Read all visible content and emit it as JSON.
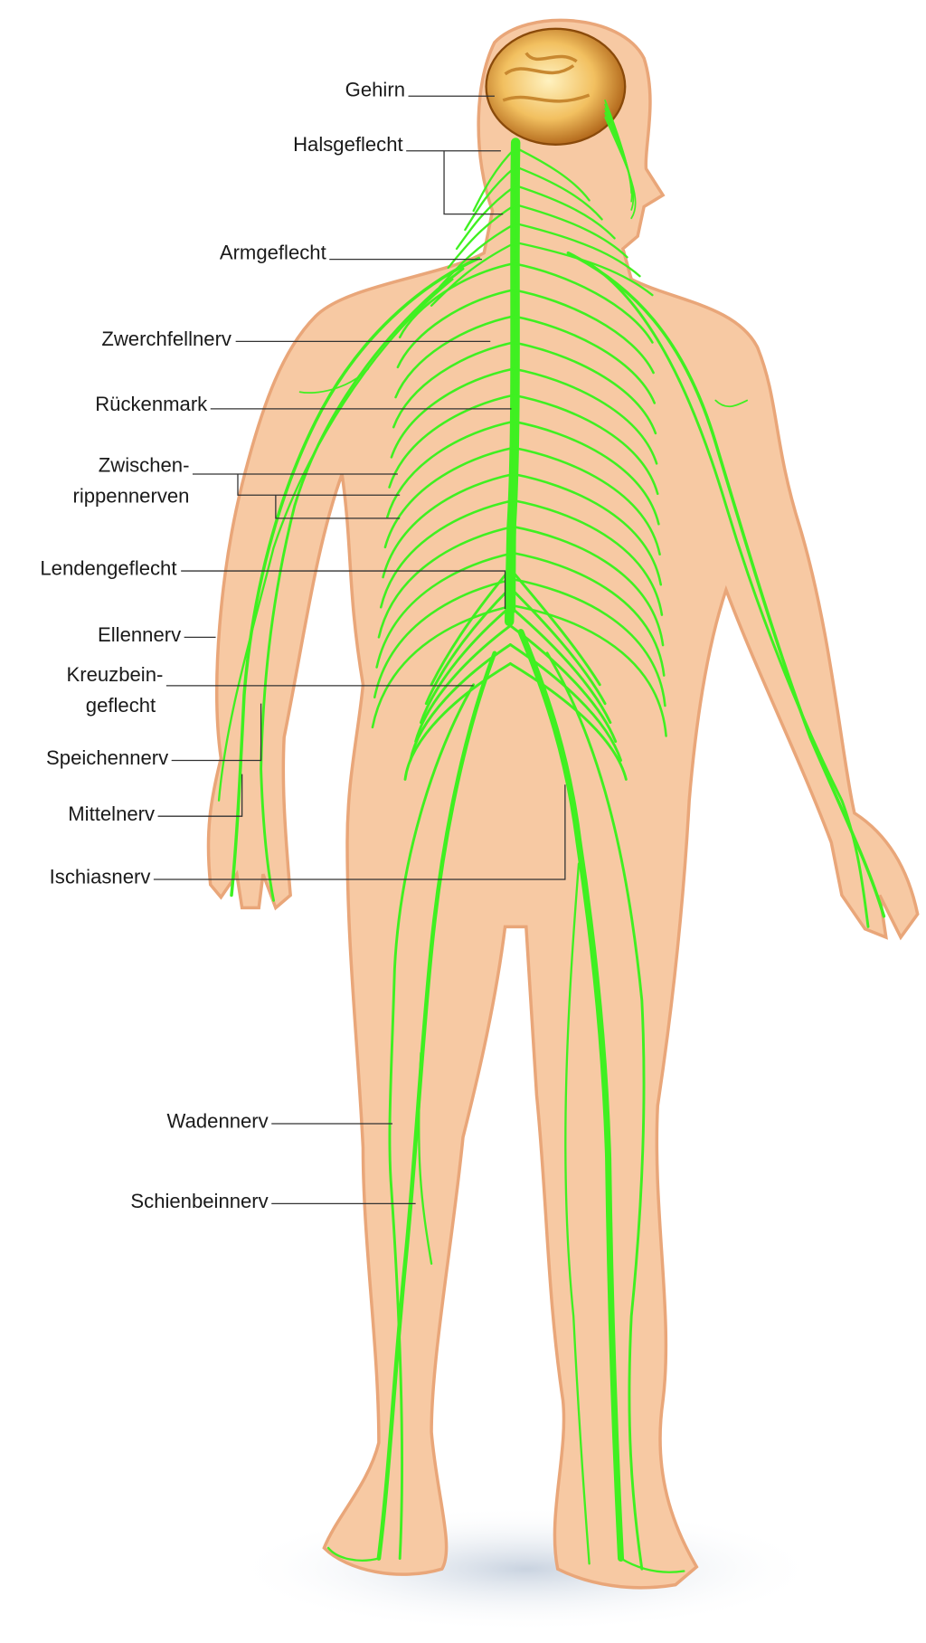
{
  "title": "Nervensystem",
  "colors": {
    "nerve": "#3ff021",
    "skin": "#f7c9a3",
    "skin_edge": "#e9a679",
    "brain": "#f0b850"
  },
  "labels": {
    "gehirn": "Gehirn",
    "halsgeflecht": "Halsgeflecht",
    "armgeflecht": "Armgeflecht",
    "zwerchfellnerv": "Zwerchfellnerv",
    "rueckenmark": "Rückenmark",
    "zwischenrippennerven_1": "Zwischen-",
    "zwischenrippennerven_2": "rippennerven",
    "lendengeflecht": "Lendengeflecht",
    "ellennerv": "Ellennerv",
    "kreuzbeingeflecht_1": "Kreuzbein-",
    "kreuzbeingeflecht_2": "geflecht",
    "speichennerv": "Speichennerv",
    "mittelnerv": "Mittelnerv",
    "ischiasnerv": "Ischiasnerv",
    "wadennerv": "Wadennerv",
    "schienbeinnerv": "Schienbeinnerv"
  }
}
